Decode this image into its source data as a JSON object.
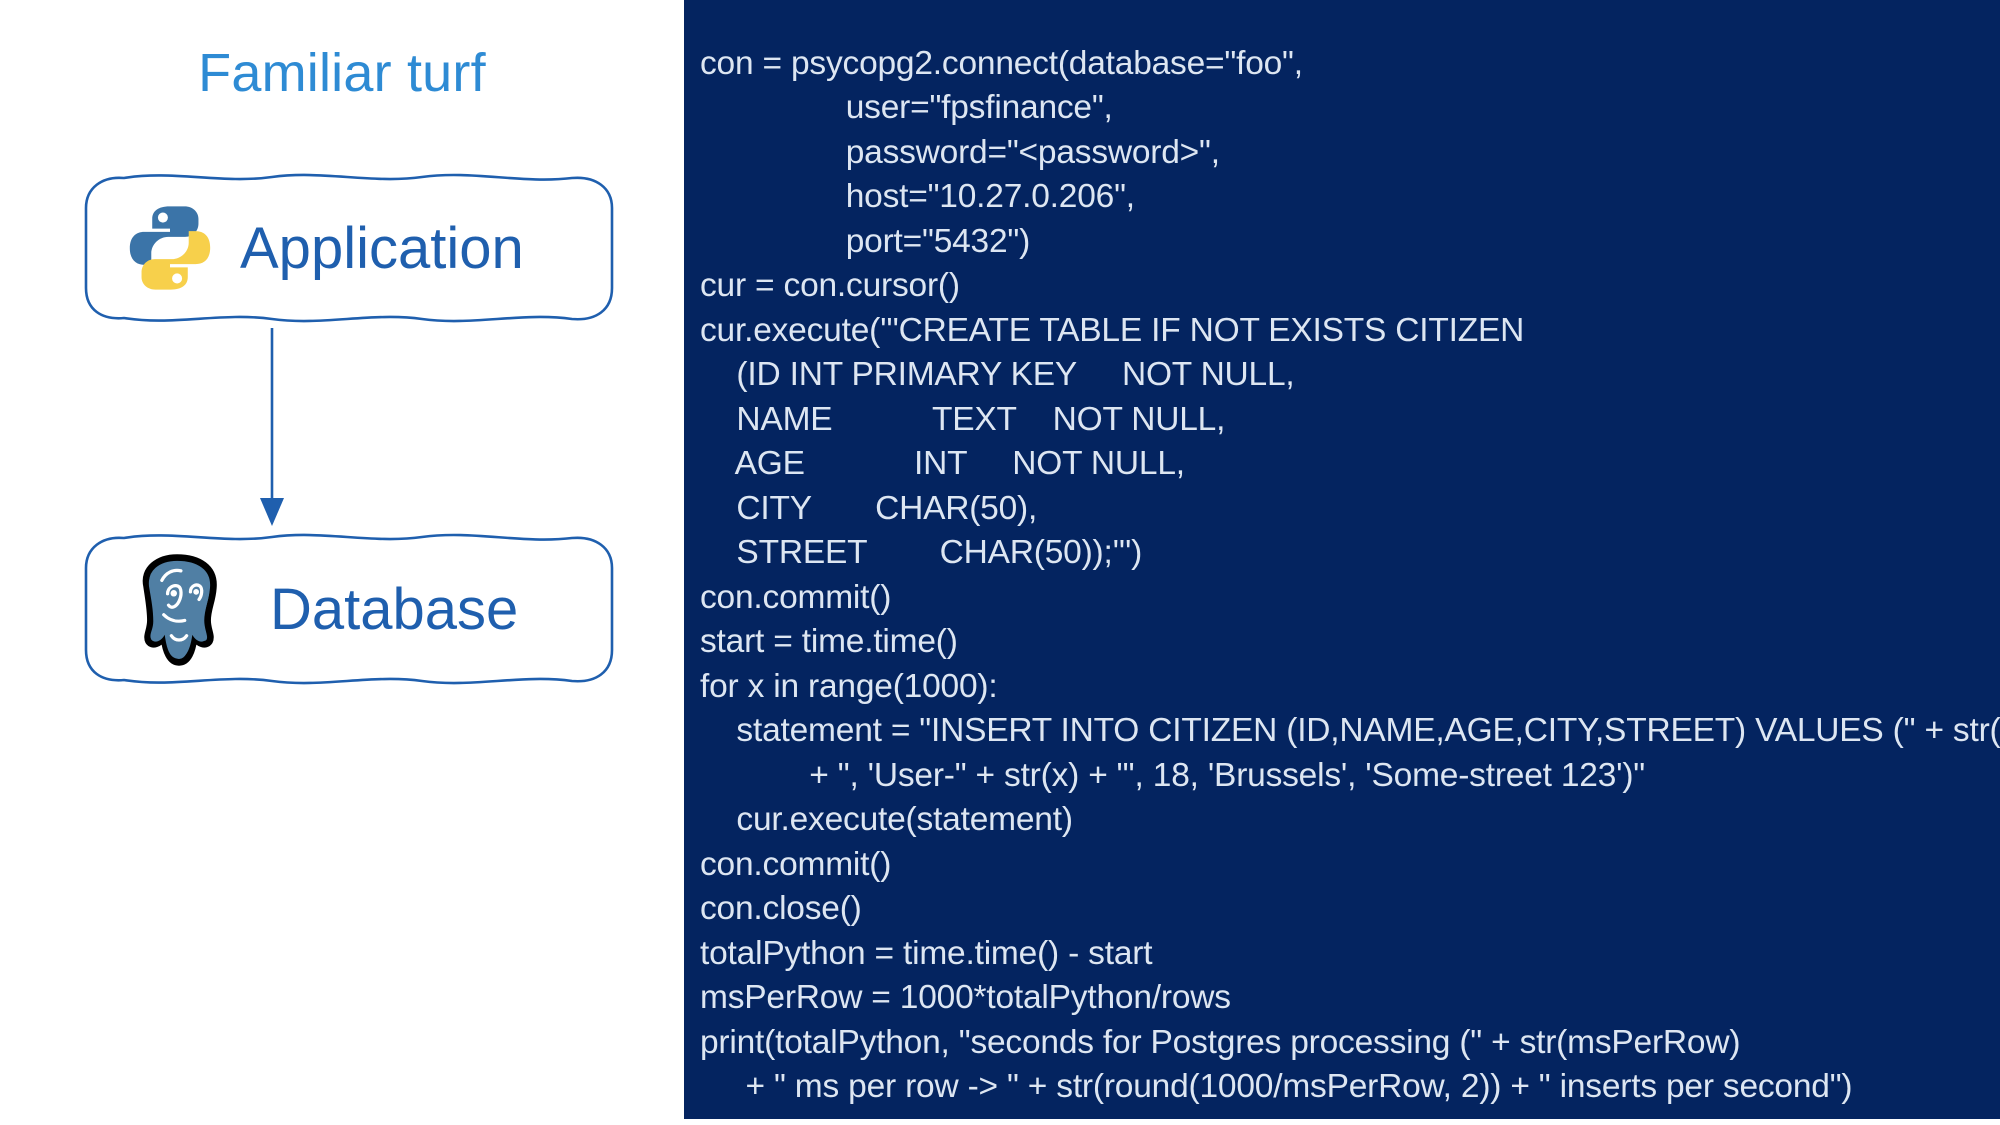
{
  "slide": {
    "title": "Familiar turf",
    "title_color": "#2E8BD4",
    "background": "#ffffff"
  },
  "diagram": {
    "nodes": [
      {
        "id": "application",
        "label": "Application",
        "icon": "python-logo-icon",
        "label_color": "#1F5FAE"
      },
      {
        "id": "database",
        "label": "Database",
        "icon": "postgresql-elephant-icon",
        "label_color": "#1F5FAE"
      }
    ],
    "connector": {
      "from": "application",
      "to": "database",
      "style": "arrow-down",
      "color": "#1F5FAE"
    },
    "box_border_color": "#1F5FAE"
  },
  "code_panel": {
    "background": "#042460",
    "text_color": "#DDE6F2",
    "language": "python",
    "lines": [
      "con = psycopg2.connect(database=\"foo\",",
      "                user=\"fpsfinance\",",
      "                password=\"<password>\",",
      "                host=\"10.27.0.206\",",
      "                port=\"5432\")",
      "cur = con.cursor()",
      "cur.execute('''CREATE TABLE IF NOT EXISTS CITIZEN",
      "    (ID INT PRIMARY KEY     NOT NULL,",
      "    NAME           TEXT    NOT NULL,",
      "    AGE            INT     NOT NULL,",
      "    CITY       CHAR(50),",
      "    STREET        CHAR(50));''')",
      "con.commit()",
      "start = time.time()",
      "for x in range(1000):",
      "    statement = \"INSERT INTO CITIZEN (ID,NAME,AGE,CITY,STREET) VALUES (\" + str(x)",
      "            + \", 'User-\" + str(x) + \"', 18, 'Brussels', 'Some-street 123')\"",
      "    cur.execute(statement)",
      "con.commit()",
      "con.close()",
      "totalPython = time.time() - start",
      "msPerRow = 1000*totalPython/rows",
      "print(totalPython, \"seconds for Postgres processing (\" + str(msPerRow)",
      "     + \" ms per row -> \" + str(round(1000/msPerRow, 2)) + \" inserts per second\")"
    ]
  }
}
